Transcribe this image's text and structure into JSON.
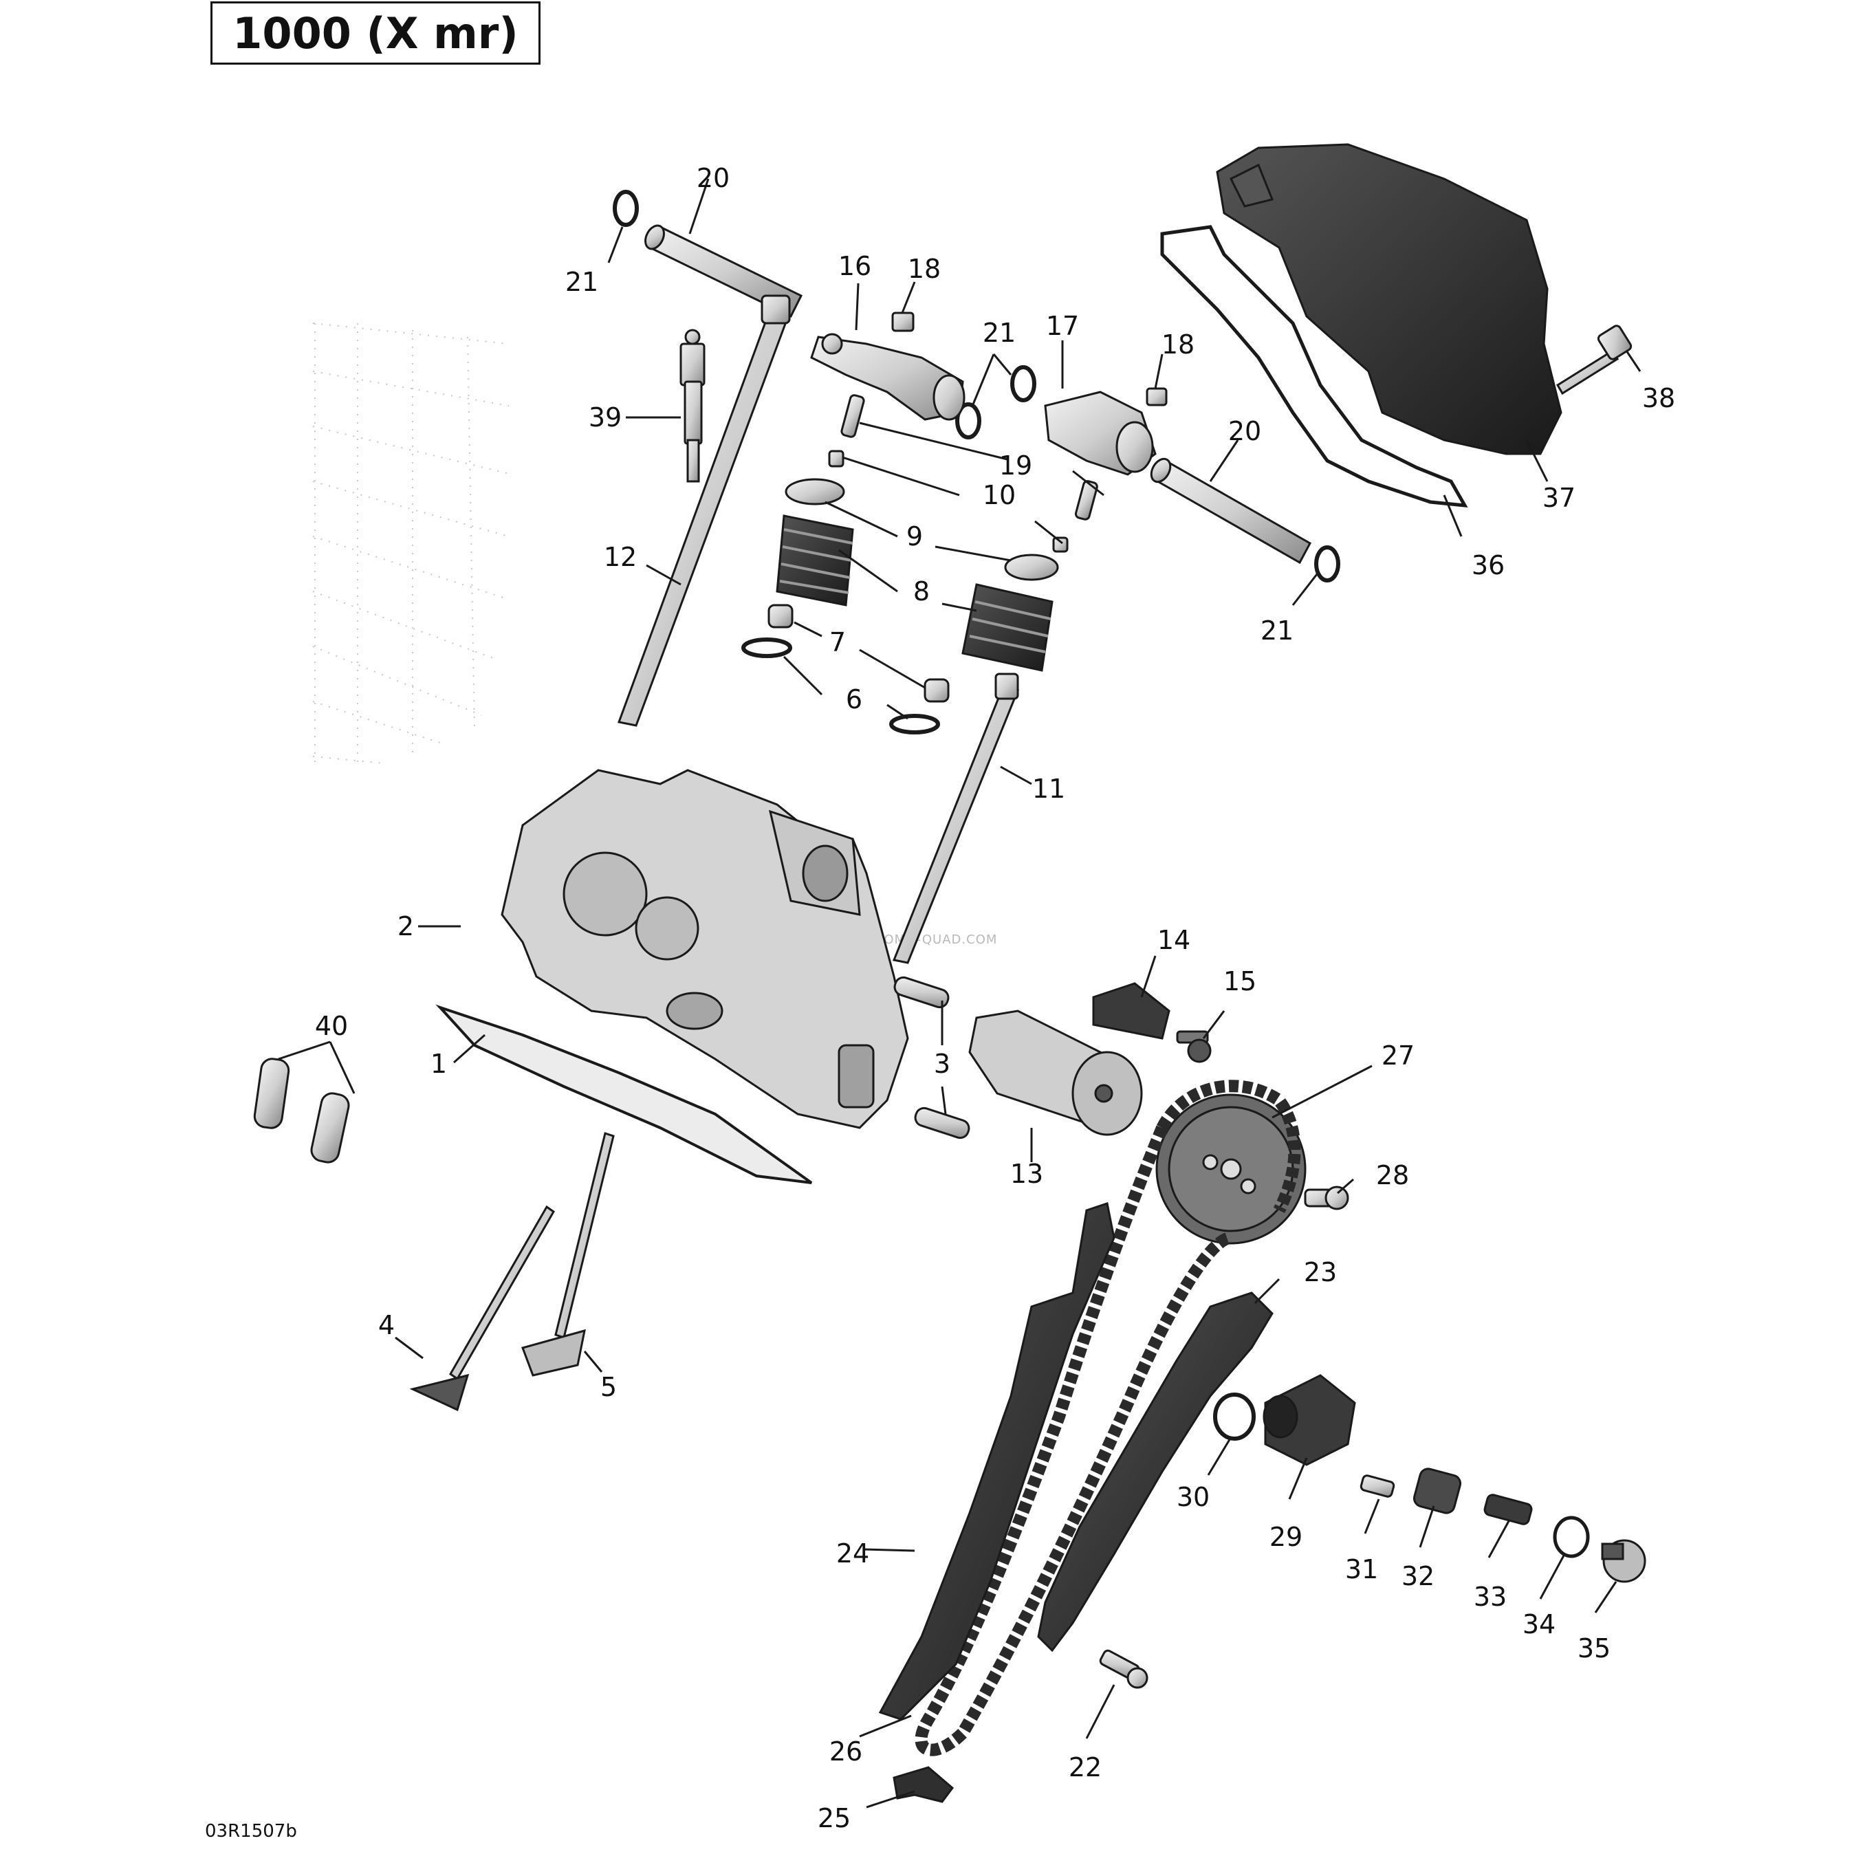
{
  "title": "1000 (X mr)",
  "reference_code": "03R1507b",
  "watermark": "PROMO-QUAD.COM",
  "callouts": [
    "1",
    "2",
    "3",
    "4",
    "5",
    "6",
    "7",
    "8",
    "9",
    "10",
    "11",
    "12",
    "13",
    "14",
    "15",
    "16",
    "17",
    "18",
    "19",
    "20",
    "21",
    "22",
    "23",
    "24",
    "25",
    "26",
    "27",
    "28",
    "29",
    "30",
    "31",
    "32",
    "33",
    "34",
    "35",
    "36",
    "37",
    "38",
    "39",
    "40"
  ],
  "colors": {
    "ink": "#1a1a1a",
    "part_fill": "#d8d8d8",
    "part_dark": "#3a3a3a",
    "cover": "#2b2b2b"
  }
}
